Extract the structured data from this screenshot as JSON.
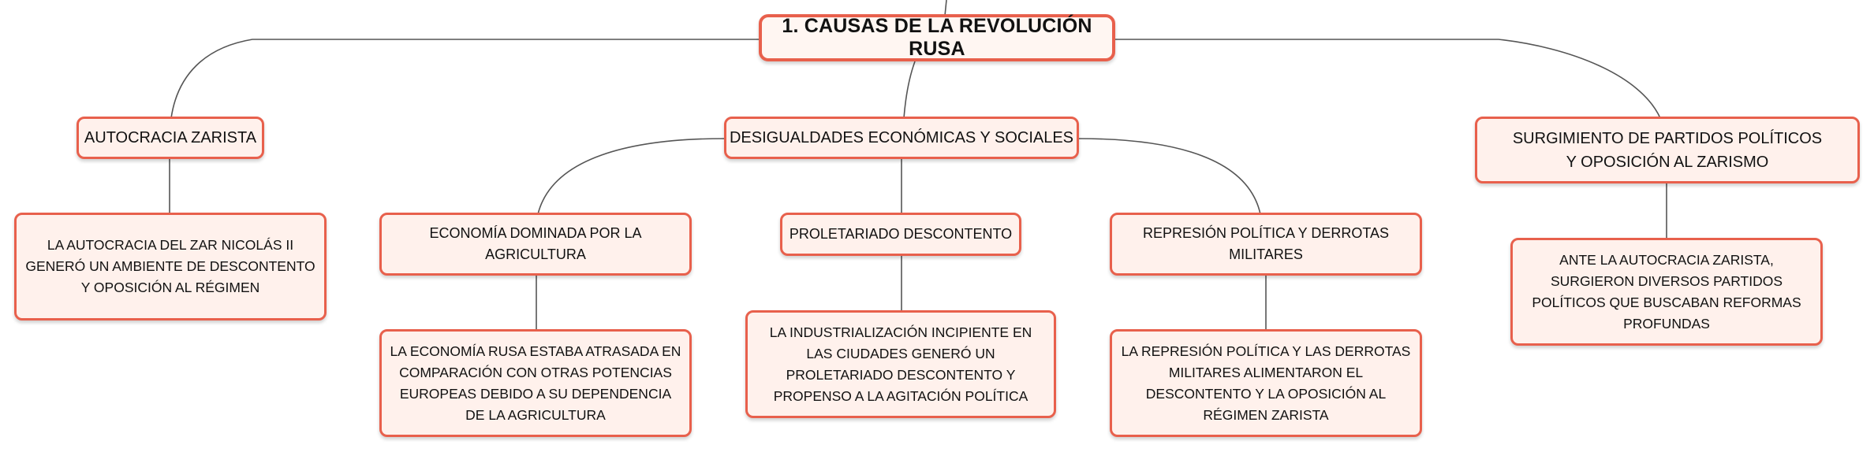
{
  "root": {
    "label": "1. CAUSAS DE LA REVOLUCIÓN RUSA"
  },
  "main": {
    "autocracia": "AUTOCRACIA ZARISTA",
    "desigualdades": "DESIGUALDADES ECONÓMICAS Y SOCIALES",
    "surgimiento": "SURGIMIENTO DE PARTIDOS POLÍTICOS Y OPOSICIÓN AL ZARISMO"
  },
  "sub": {
    "economia": "ECONOMÍA DOMINADA POR LA AGRICULTURA",
    "proletariado": "PROLETARIADO DESCONTENTO",
    "represion": "REPRESIÓN POLÍTICA Y DERROTAS MILITARES"
  },
  "leaf": {
    "autocracia": "LA AUTOCRACIA DEL ZAR NICOLÁS II GENERÓ UN AMBIENTE DE DESCONTENTO Y OPOSICIÓN AL RÉGIMEN",
    "economia": "LA ECONOMÍA RUSA ESTABA ATRASADA EN COMPARACIÓN CON OTRAS POTENCIAS EUROPEAS DEBIDO A SU DEPENDENCIA DE LA AGRICULTURA",
    "proletariado": "LA INDUSTRIALIZACIÓN INCIPIENTE EN LAS CIUDADES GENERÓ UN PROLETARIADO DESCONTENTO Y PROPENSO A LA AGITACIÓN POLÍTICA",
    "represion": "LA REPRESIÓN POLÍTICA Y LAS DERROTAS MILITARES ALIMENTARON EL DESCONTENTO Y LA OPOSICIÓN AL RÉGIMEN ZARISTA",
    "surgimiento": "ANTE LA AUTOCRACIA ZARISTA, SURGIERON DIVERSOS PARTIDOS POLÍTICOS QUE BUSCABAN REFORMAS PROFUNDAS"
  },
  "colors": {
    "border": "#e8604c",
    "fill": "#fff1ec",
    "line": "#555555"
  }
}
